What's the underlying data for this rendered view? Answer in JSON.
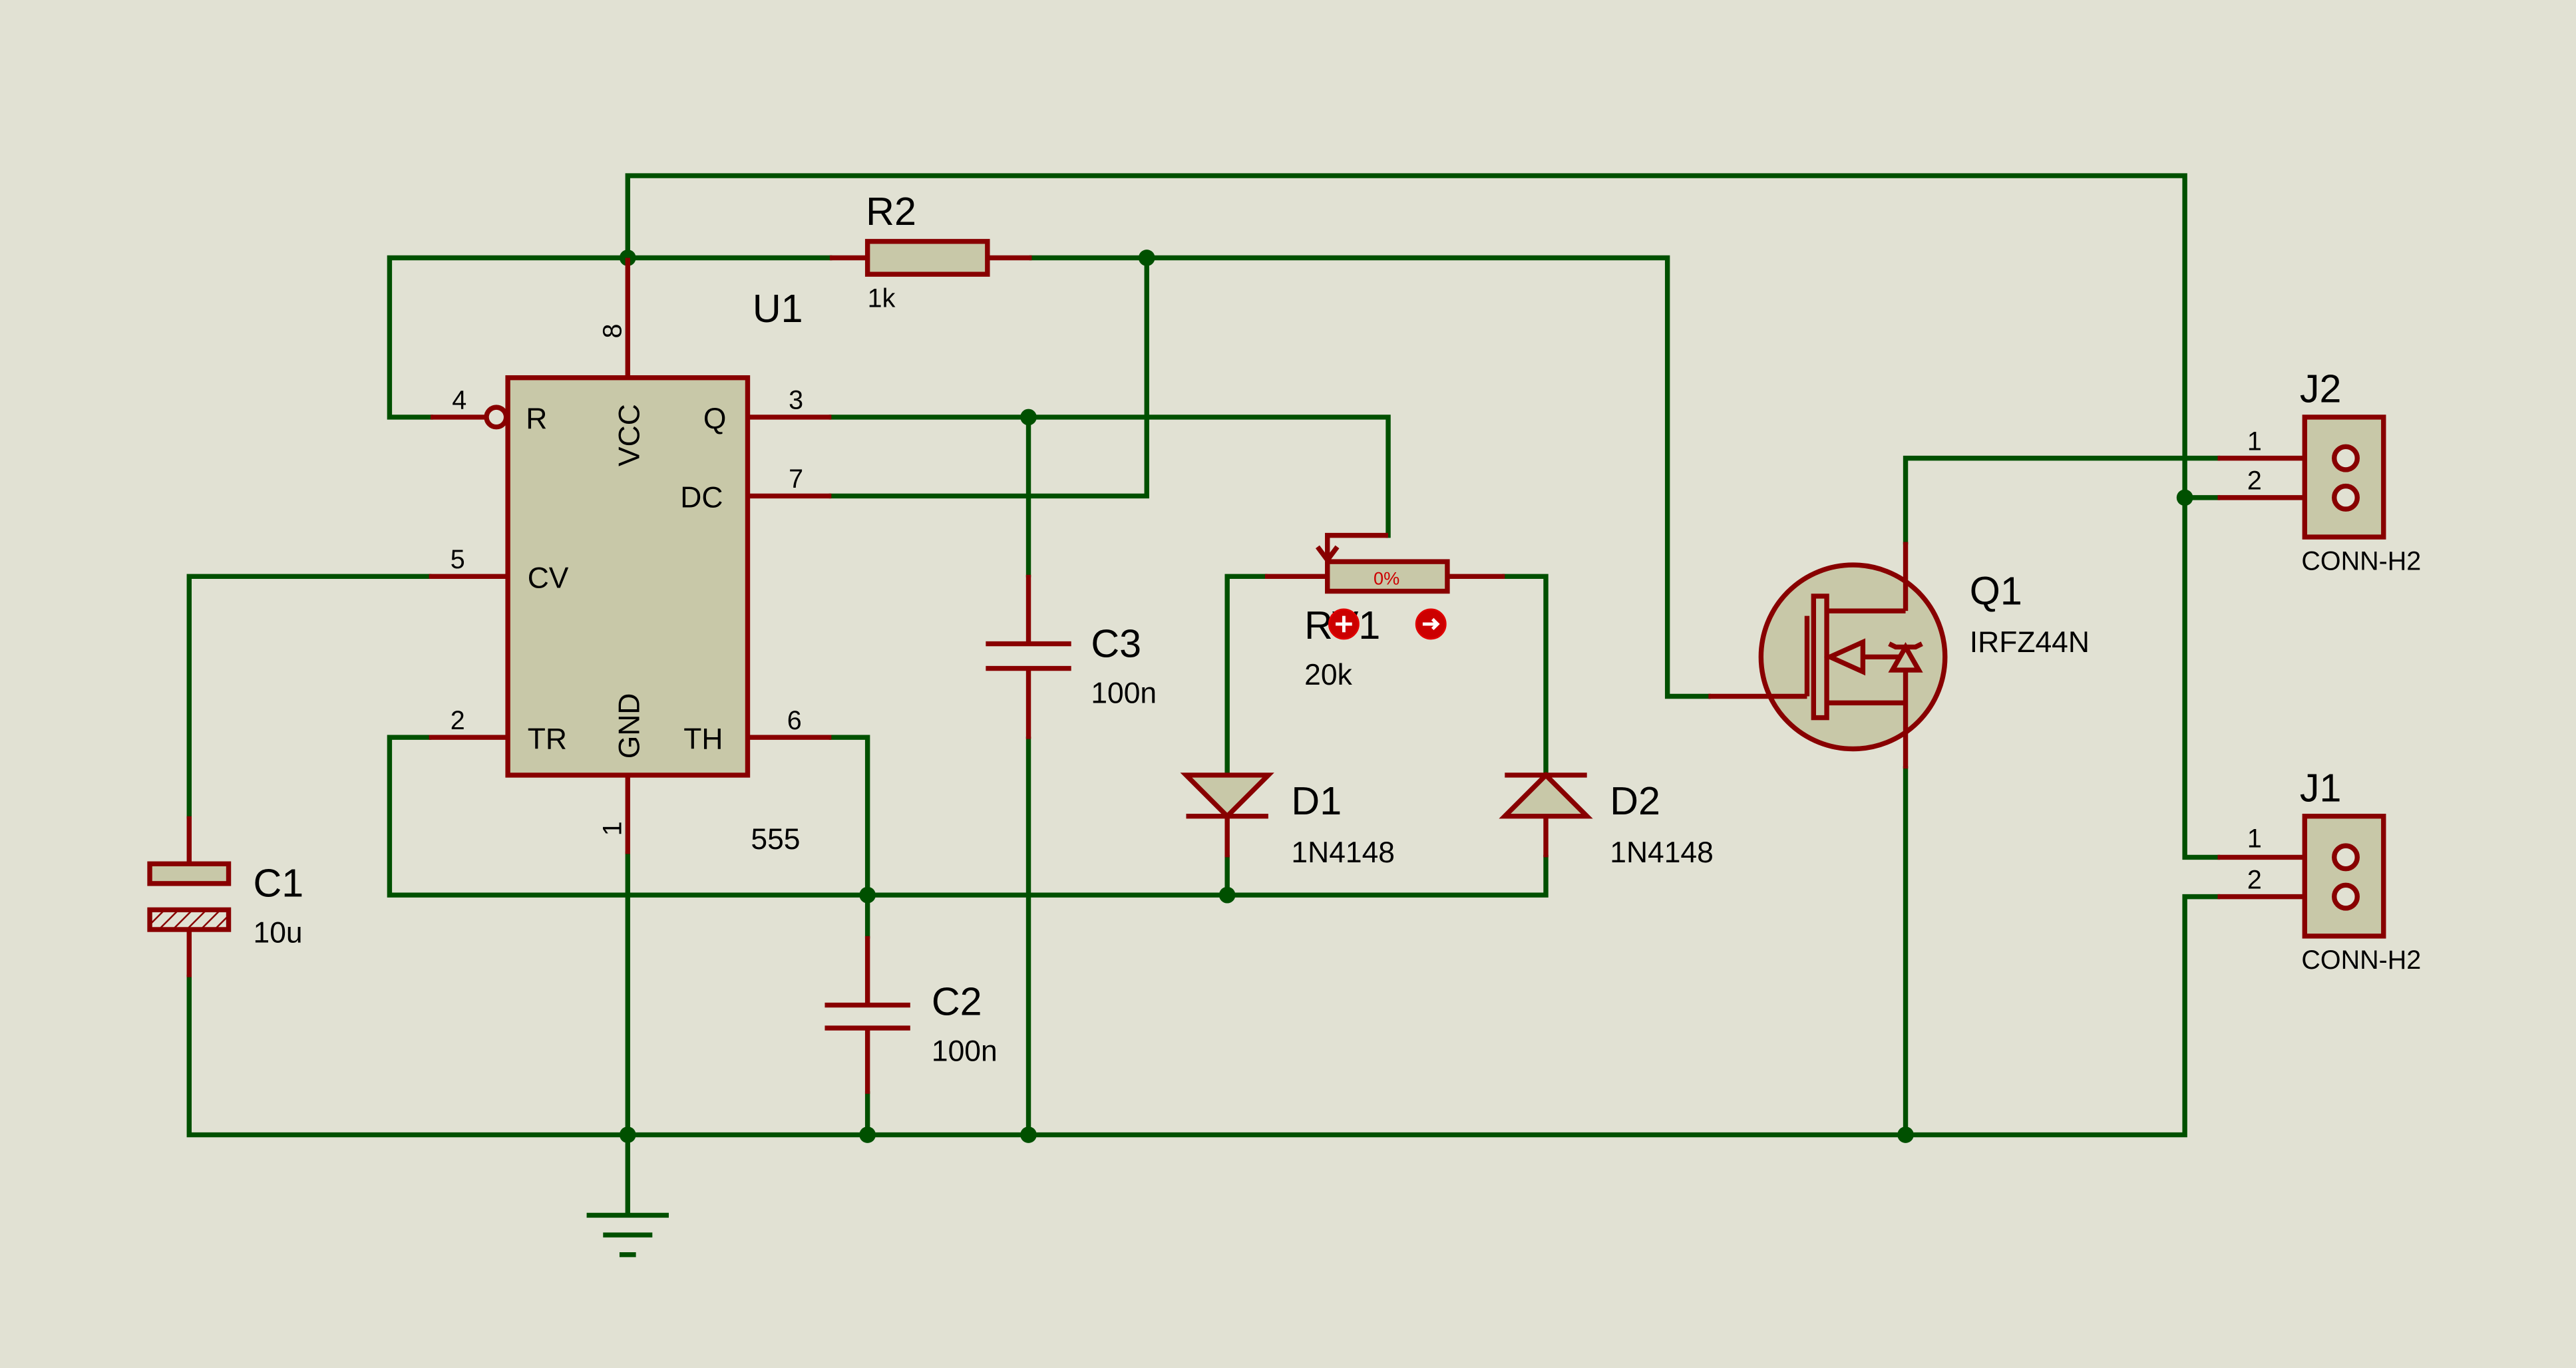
{
  "colors": {
    "background": "#e1e1d3",
    "wire": "#005000",
    "component": "#880000",
    "component_fill": "#c8c8a8",
    "text": "#000000",
    "probe": "#e00000"
  },
  "components": {
    "u1": {
      "ref": "U1",
      "value": "555",
      "pins": {
        "reset": {
          "num": "4",
          "name": "R"
        },
        "vcc": {
          "num": "8",
          "name": "VCC"
        },
        "out": {
          "num": "3",
          "name": "Q"
        },
        "dc": {
          "num": "7",
          "name": "DC"
        },
        "cv": {
          "num": "5",
          "name": "CV"
        },
        "tr": {
          "num": "2",
          "name": "TR"
        },
        "gnd": {
          "num": "1",
          "name": "GND"
        },
        "th": {
          "num": "6",
          "name": "TH"
        }
      }
    },
    "r2": {
      "ref": "R2",
      "value": "1k"
    },
    "rv1": {
      "ref": "RV1",
      "value": "20k",
      "wiper": "0%"
    },
    "c1": {
      "ref": "C1",
      "value": "10u"
    },
    "c2": {
      "ref": "C2",
      "value": "100n"
    },
    "c3": {
      "ref": "C3",
      "value": "100n"
    },
    "d1": {
      "ref": "D1",
      "value": "1N4148"
    },
    "d2": {
      "ref": "D2",
      "value": "1N4148"
    },
    "q1": {
      "ref": "Q1",
      "value": "IRFZ44N"
    },
    "j1": {
      "ref": "J1",
      "value": "CONN-H2",
      "pin1": "1",
      "pin2": "2"
    },
    "j2": {
      "ref": "J2",
      "value": "CONN-H2",
      "pin1": "1",
      "pin2": "2"
    }
  }
}
